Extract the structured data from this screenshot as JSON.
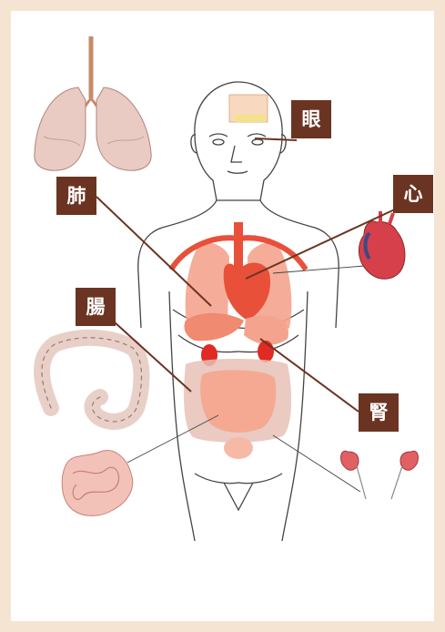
{
  "labels": {
    "eye": "眼",
    "lung": "肺",
    "heart": "心",
    "intestine": "腸",
    "kidney": "腎"
  },
  "colors": {
    "page_background": "#f5e4d2",
    "panel_background": "#ffffff",
    "label_background": "#6b3422",
    "label_text": "#ffffff",
    "leader_line": "#6b3422",
    "organ_red": "#e8503a",
    "organ_pink": "#f4a48e"
  },
  "icons": [
    "lungs-icon",
    "heart-icon",
    "colon-icon",
    "small-intestine-icon",
    "kidneys-icon",
    "body-outline-icon"
  ]
}
